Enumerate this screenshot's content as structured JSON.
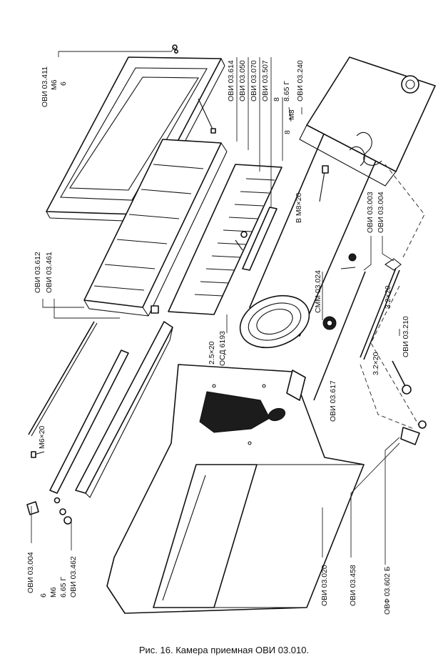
{
  "caption": "Рис. 16. Камера приемная ОВИ 03.010.",
  "labels": {
    "ovi_03_411": "ОВИ 03.411",
    "m6_top": "М6",
    "n6_top": "6",
    "ovi_03_614": "ОВИ 03.614",
    "ovi_03_050": "ОВИ 03.050",
    "ovi_03_070": "ОВИ 03.070",
    "ovi_03_507": "ОВИ 03.507",
    "n8_top": "8",
    "g865_top": "8.65 Г",
    "m8_top": "М8",
    "ovi_03_240": "ОВИ 03.240",
    "n8_mid": "8",
    "ovi_03_612": "ОВИ 03.612",
    "ovi_03_461": "ОВИ 03.461",
    "b_m8x20": "В М8×20",
    "ovi_03_003": "ОВИ 03.003",
    "ovi_03_004_right": "ОВИ 03.004",
    "smm_03_024": "СММ 03.024",
    "m6x20": "М6×20",
    "s2_5x20": "2.5×20",
    "osd_6193": "ОСД 6193",
    "s3_2x20_a": "3.2×20",
    "s3_2x20_b": "3.2×20",
    "ovi_03_210": "ОВИ 03.210",
    "ovi_03_617": "ОВИ 03.617",
    "ovi_03_004_left": "ОВИ 03.004",
    "n6_left": "6",
    "m6_left": "М6",
    "g665_left": "6.65 Г",
    "ovi_03_462": "ОВИ 03.462",
    "ovi_03_020": "ОВИ 03.020",
    "ovi_03_458": "ОВИ 03.458",
    "ovf_03_602b": "ОВФ 03.602 Б"
  }
}
